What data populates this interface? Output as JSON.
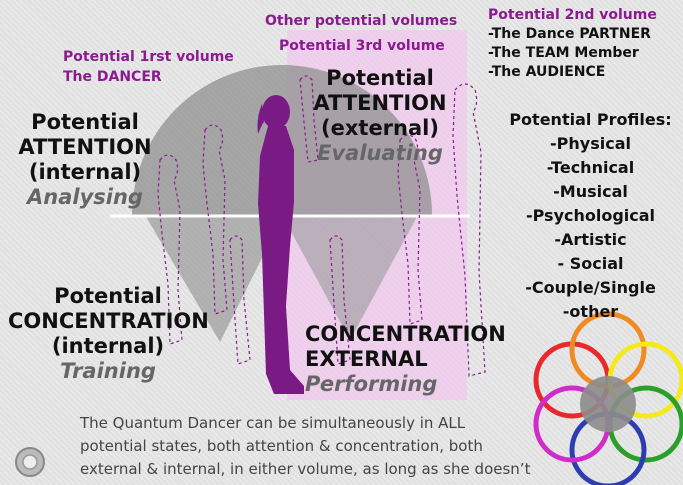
{
  "top_left_partial": "",
  "labels": {
    "other_potential_volumes": "Other potential volumes",
    "potential_3rd_volume": "Potential 3rd volume",
    "potential_1rst_volume": "Potential 1rst volume",
    "the_dancer": "The DANCER",
    "second_volume": {
      "title": "Potential 2nd volume",
      "items": [
        "-The Dance PARTNER",
        "-The TEAM Member",
        "-The AUDIENCE"
      ]
    }
  },
  "quadrants": {
    "attention_internal": [
      "Potential",
      "ATTENTION",
      "(internal)",
      "Analysing"
    ],
    "attention_external": [
      "Potential",
      "ATTENTION",
      "(external)",
      "Evaluating"
    ],
    "concentration_internal": [
      "Potential",
      "CONCENTRATION",
      "(internal)",
      "Training"
    ],
    "concentration_external": [
      "CONCENTRATION",
      "EXTERNAL",
      "Performing"
    ]
  },
  "profiles": {
    "title": "Potential Profiles:",
    "items": [
      "-Physical",
      "-Technical",
      "-Musical",
      "-Psychological",
      "-Artistic",
      "- Social",
      "-Couple/Single",
      "-other"
    ]
  },
  "bottom_text": [
    "The Quantum Dancer can be simultaneously in ALL",
    "potential states, both attention & concentration,  both",
    "external & internal, in either volume, as long as she doesn’t"
  ],
  "colors": {
    "purple_text": "#8a1a8f",
    "silhouette": "#7a1a85",
    "rings": [
      "#e8282a",
      "#f08a24",
      "#f2ea1a",
      "#2aa02a",
      "#2d3db0",
      "#d02cc8"
    ]
  }
}
